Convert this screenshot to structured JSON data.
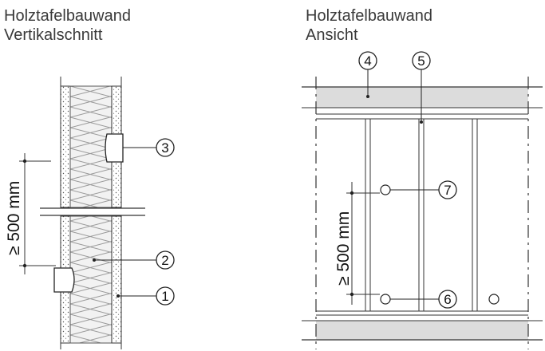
{
  "left_view": {
    "title_line1": "Holztafelbauwand",
    "title_line2": "Vertikalschnitt",
    "dimension": "≥ 500 mm",
    "callouts": [
      "3",
      "2",
      "1"
    ]
  },
  "right_view": {
    "title_line1": "Holztafelbauwand",
    "title_line2": "Ansicht",
    "dimension": "≥ 500 mm",
    "callouts": [
      "4",
      "5",
      "7",
      "6"
    ]
  }
}
